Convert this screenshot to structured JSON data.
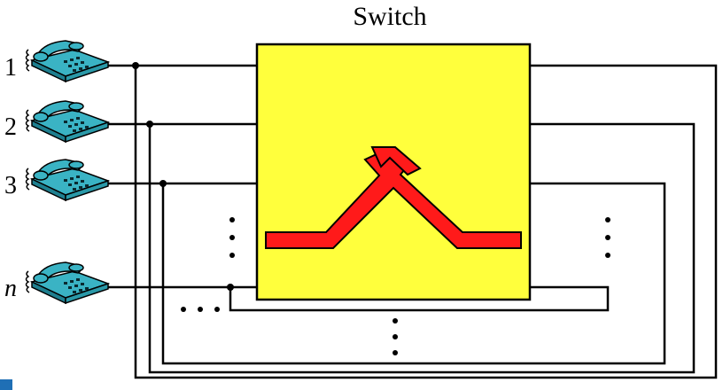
{
  "title": "Switch",
  "phones": [
    {
      "label": "1"
    },
    {
      "label": "2"
    },
    {
      "label": "3"
    },
    {
      "label": "n"
    }
  ],
  "ellipsis": {
    "vertical": "⋮",
    "horizontal": "…"
  },
  "colors": {
    "switch_fill": "#ffff3c",
    "crosspoint": "#ff1a1a",
    "phone_body": "#3ab3c4",
    "wire": "#000000"
  },
  "icons": [
    "telephone-icon",
    "crosspoint-x-icon"
  ]
}
